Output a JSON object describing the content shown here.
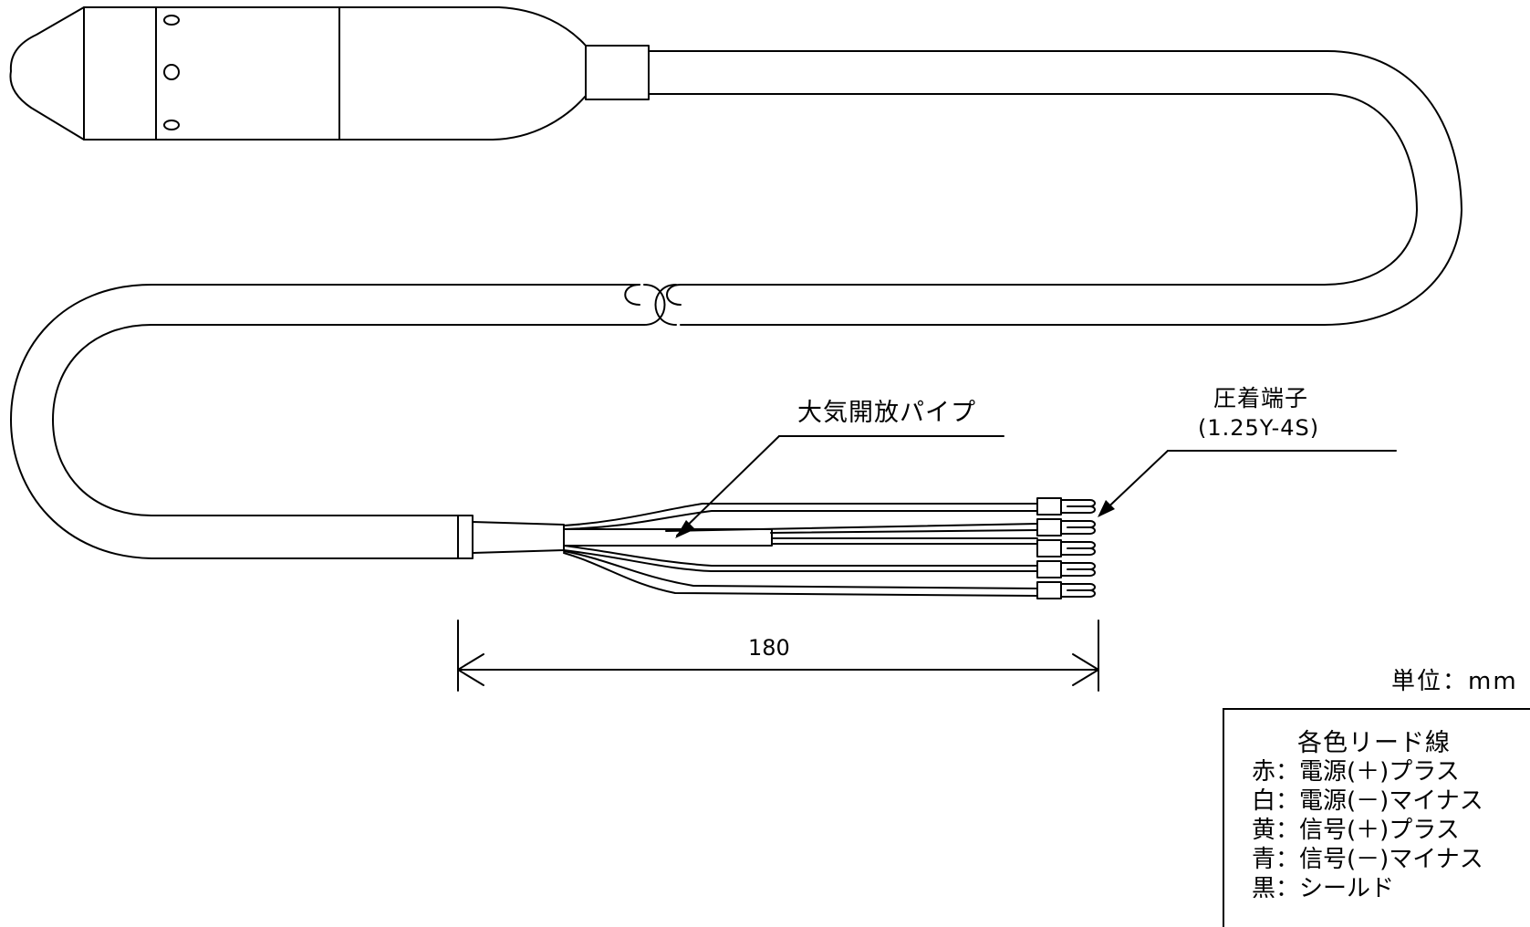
{
  "atmospheric_pipe_label": "大気開放パイプ",
  "crimp_terminal": {
    "title": "圧着端子",
    "spec": "(1.25Y-4S)"
  },
  "dimension": "180",
  "unit": "単位：mm",
  "legend": {
    "title": "各色リード線",
    "items": [
      "赤：電源(＋)プラス",
      "白：電源(－)マイナス",
      "黄：信号(＋)プラス",
      "青：信号(－)マイナス",
      "黒：シールド"
    ]
  }
}
